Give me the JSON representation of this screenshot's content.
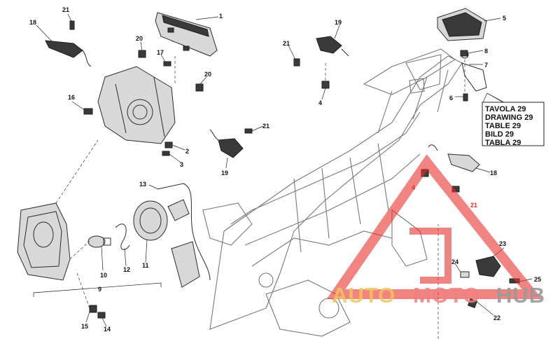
{
  "reference_box": {
    "lines": [
      "TAVOLA 29",
      "DRAWING 29",
      "TABLE 29",
      "BILD 29",
      "TABLA 29"
    ]
  },
  "callouts": {
    "p1": "1",
    "p2": "2",
    "p3": "3",
    "p4": "4",
    "p4b": "4",
    "p5": "5",
    "p6": "6",
    "p7": "7",
    "p8": "8",
    "p9": "9",
    "p10": "10",
    "p11": "11",
    "p12": "12",
    "p13": "13",
    "p14": "14",
    "p15": "15",
    "p16": "16",
    "p17": "17",
    "p18": "18",
    "p18b": "18",
    "p19": "19",
    "p19b": "19",
    "p20": "20",
    "p20b": "20",
    "p21": "21",
    "p21b": "21",
    "p21c": "21",
    "p21d": "21",
    "p22": "22",
    "p23": "23",
    "p24": "24",
    "p25": "25"
  },
  "watermark": {
    "text_auto": "AUTO",
    "text_moto": "MOTO",
    "text_hub": "HUB",
    "colors": {
      "auto": "#f2c75c",
      "moto": "#f08080",
      "hub": "#9a9a9a",
      "logo": "#e8302e"
    }
  }
}
